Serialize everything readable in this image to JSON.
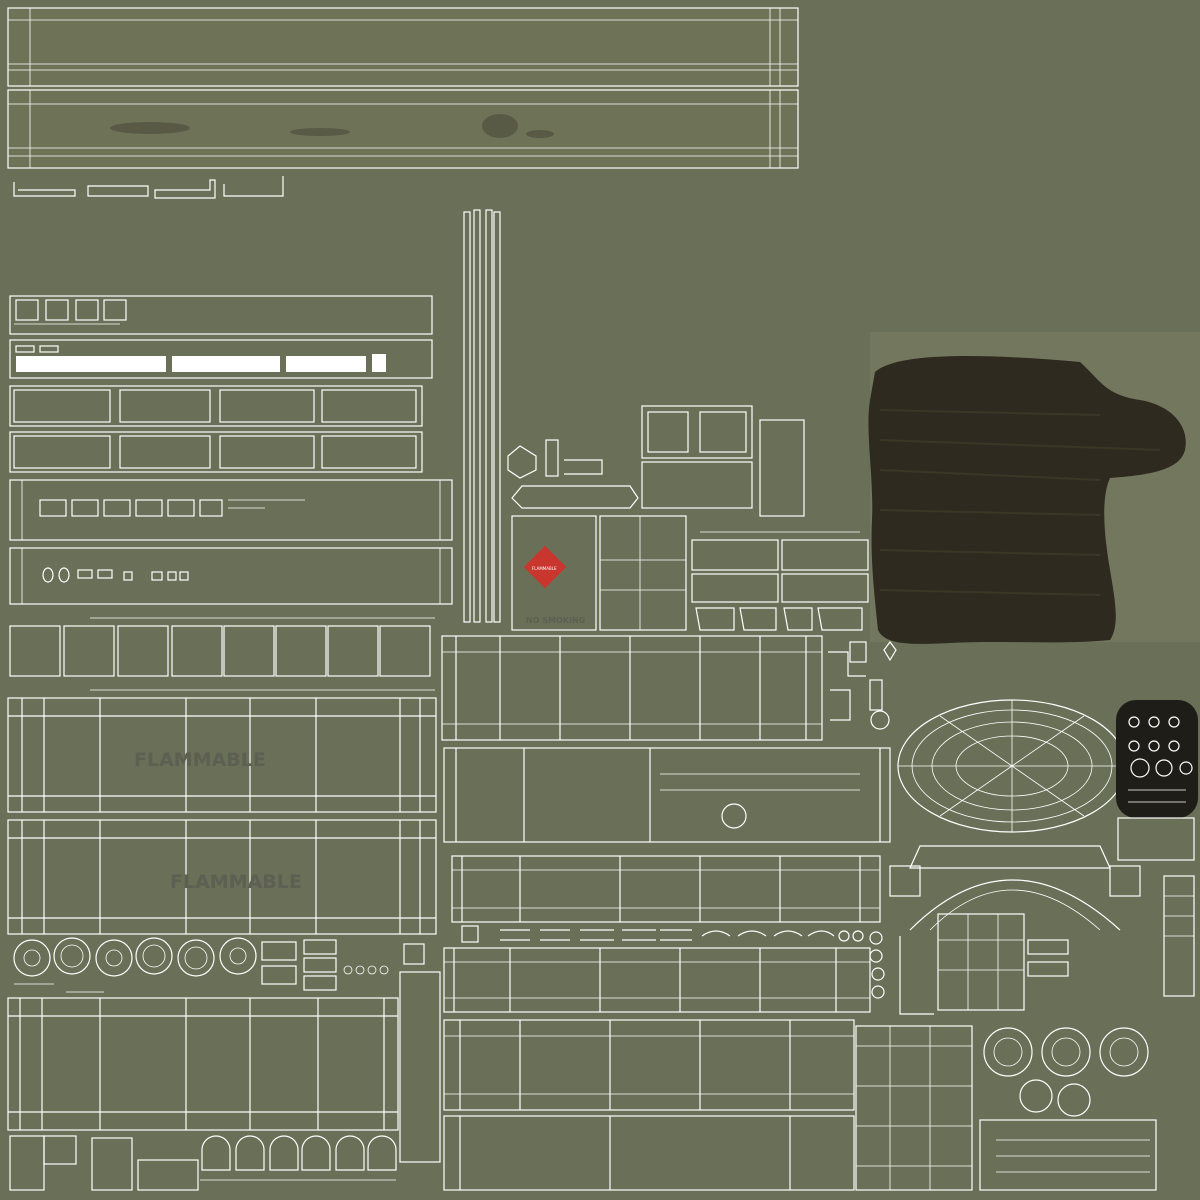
{
  "texture": {
    "background_color": "#6a6f57",
    "wire_color": "#ffffff",
    "dark_patch_color": "#2e2a1f",
    "sign_red": "#c8362e",
    "labels": {
      "flammable_top": "FLAMMABLE",
      "flammable_bottom": "FLAMMABLE",
      "no_smoking": "NO SMOKING",
      "sign_diamond": "FLAMMABLE"
    }
  }
}
